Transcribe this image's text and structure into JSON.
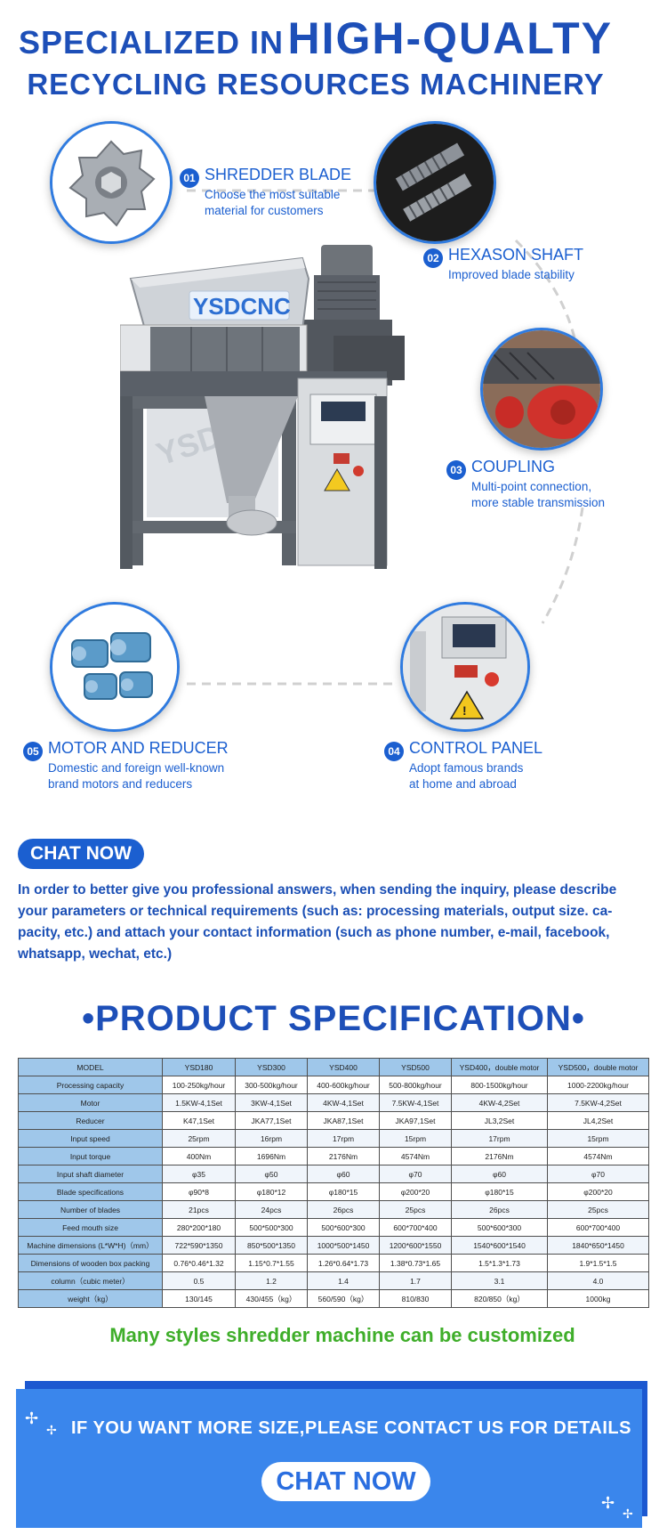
{
  "header": {
    "line1_small": "SPECIALIZED IN",
    "line1_large": "HIGH-QUALTY",
    "line2": "RECYCLING RESOURCES MACHINERY"
  },
  "machine": {
    "brand": "YSDCNC",
    "watermark": "YSDCNC"
  },
  "features": [
    {
      "num": "01",
      "title": "SHREDDER BLADE",
      "desc": [
        "Choose the most suitable",
        "material for customers"
      ]
    },
    {
      "num": "02",
      "title": "HEXASON SHAFT",
      "desc": [
        "Improved blade stability"
      ]
    },
    {
      "num": "03",
      "title": "COUPLING",
      "desc": [
        "Multi-point connection,",
        "more stable transmission"
      ]
    },
    {
      "num": "04",
      "title": "CONTROL PANEL",
      "desc": [
        "Adopt famous brands",
        "at home and abroad"
      ]
    },
    {
      "num": "05",
      "title": "MOTOR AND REDUCER",
      "desc": [
        "Domestic and foreign well-known",
        "brand motors and reducers"
      ]
    }
  ],
  "chat_now_label": "CHAT NOW",
  "info_text": "In order to better give you professional answers, when sending the inquiry, please describe your parameters or technical requirements (such as: processing materials, output size. ca-pacity, etc.) and attach your contact information (such as phone number, e-mail, facebook, whatsapp, wechat, etc.)",
  "spec_title": "•PRODUCT SPECIFICATION•",
  "table": {
    "headers": [
      "MODEL",
      "YSD180",
      "YSD300",
      "YSD400",
      "YSD500",
      "YSD400，double motor",
      "YSD500，double motor"
    ],
    "rows": [
      [
        "Processing capacity",
        "100-250kg/hour",
        "300-500kg/hour",
        "400-600kg/hour",
        "500-800kg/hour",
        "800-1500kg/hour",
        "1000-2200kg/hour"
      ],
      [
        "Motor",
        "1.5KW-4,1Set",
        "3KW-4,1Set",
        "4KW-4,1Set",
        "7.5KW-4,1Set",
        "4KW-4,2Set",
        "7.5KW-4,2Set"
      ],
      [
        "Reducer",
        "K47,1Set",
        "JKA77,1Set",
        "JKA87,1Set",
        "JKA97,1Set",
        "JL3,2Set",
        "JL4,2Set"
      ],
      [
        "Input speed",
        "25rpm",
        "16rpm",
        "17rpm",
        "15rpm",
        "17rpm",
        "15rpm"
      ],
      [
        "Input torque",
        "400Nm",
        "1696Nm",
        "2176Nm",
        "4574Nm",
        "2176Nm",
        "4574Nm"
      ],
      [
        "Input shaft diameter",
        "φ35",
        "φ50",
        "φ60",
        "φ70",
        "φ60",
        "φ70"
      ],
      [
        "Blade specifications",
        "φ90*8",
        "φ180*12",
        "φ180*15",
        "φ200*20",
        "φ180*15",
        "φ200*20"
      ],
      [
        "Number of blades",
        "21pcs",
        "24pcs",
        "26pcs",
        "25pcs",
        "26pcs",
        "25pcs"
      ],
      [
        "Feed mouth size",
        "280*200*180",
        "500*500*300",
        "500*600*300",
        "600*700*400",
        "500*600*300",
        "600*700*400"
      ],
      [
        "Machine dimensions (L*W*H)（mm）",
        "722*590*1350",
        "850*500*1350",
        "1000*500*1450",
        "1200*600*1550",
        "1540*600*1540",
        "1840*650*1450"
      ],
      [
        "Dimensions of wooden box packing",
        "0.76*0.46*1.32",
        "1.15*0.7*1.55",
        "1.26*0.64*1.73",
        "1.38*0.73*1.65",
        "1.5*1.3*1.73",
        "1.9*1.5*1.5"
      ],
      [
        "column（cubic meter）",
        "0.5",
        "1.2",
        "1.4",
        "1.7",
        "3.1",
        "4.0"
      ],
      [
        "weight（kg）",
        "130/145",
        "430/455（kg）",
        "560/590（kg）",
        "810/830",
        "820/850（kg）",
        "1000kg"
      ]
    ]
  },
  "custom_text": "Many styles shredder machine can be customized",
  "banner": {
    "text": "IF YOU WANT MORE SIZE,PLEASE CONTACT US FOR DETAILS",
    "button": "CHAT NOW"
  },
  "colors": {
    "brand_blue": "#1d4fb8",
    "accent_blue": "#1b5fd0",
    "green": "#3fae2a",
    "table_header": "#9fc7ea"
  }
}
